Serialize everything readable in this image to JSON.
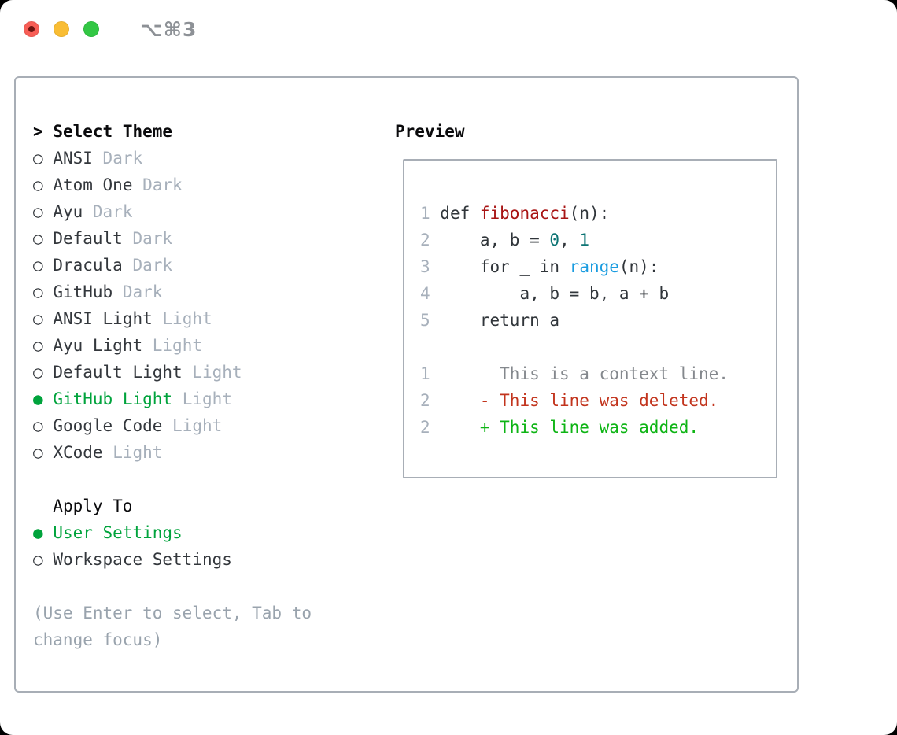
{
  "titlebar": {
    "title": "⌥⌘3",
    "buttons": [
      {
        "name": "close",
        "color": "#f85e56"
      },
      {
        "name": "minimize",
        "color": "#f9bd34"
      },
      {
        "name": "zoom",
        "color": "#32c744"
      }
    ]
  },
  "theme_picker": {
    "header": {
      "prefix": ">",
      "label": "Select Theme"
    },
    "radio_icons": {
      "unselected": "○",
      "selected": "●"
    },
    "themes": [
      {
        "name": "ANSI",
        "tag": "Dark",
        "selected": false
      },
      {
        "name": "Atom One",
        "tag": "Dark",
        "selected": false
      },
      {
        "name": "Ayu",
        "tag": "Dark",
        "selected": false
      },
      {
        "name": "Default",
        "tag": "Dark",
        "selected": false
      },
      {
        "name": "Dracula",
        "tag": "Dark",
        "selected": false
      },
      {
        "name": "GitHub",
        "tag": "Dark",
        "selected": false
      },
      {
        "name": "ANSI Light",
        "tag": "Light",
        "selected": false
      },
      {
        "name": "Ayu Light",
        "tag": "Light",
        "selected": false
      },
      {
        "name": "Default Light",
        "tag": "Light",
        "selected": false
      },
      {
        "name": "GitHub Light",
        "tag": "Light",
        "selected": true
      },
      {
        "name": "Google Code",
        "tag": "Light",
        "selected": false
      },
      {
        "name": "XCode",
        "tag": "Light",
        "selected": false
      }
    ],
    "apply_to": {
      "header": "Apply To",
      "options": [
        {
          "name": "User Settings",
          "selected": true
        },
        {
          "name": "Workspace Settings",
          "selected": false
        }
      ]
    },
    "hint_lines": [
      "(Use Enter to select, Tab to",
      "change focus)"
    ]
  },
  "preview": {
    "header": "Preview",
    "lines": [
      {
        "segments": [
          {
            "t": "1",
            "c": "lineno"
          },
          {
            "t": " def ",
            "c": "code"
          },
          {
            "t": "fibonacci",
            "c": "func"
          },
          {
            "t": "(n):",
            "c": "code"
          }
        ]
      },
      {
        "segments": [
          {
            "t": "2",
            "c": "lineno"
          },
          {
            "t": "     a, b = ",
            "c": "code"
          },
          {
            "t": "0",
            "c": "number"
          },
          {
            "t": ", ",
            "c": "code"
          },
          {
            "t": "1",
            "c": "number"
          }
        ]
      },
      {
        "segments": [
          {
            "t": "3",
            "c": "lineno"
          },
          {
            "t": "     for _ in ",
            "c": "code"
          },
          {
            "t": "range",
            "c": "builtin"
          },
          {
            "t": "(n):",
            "c": "code"
          }
        ]
      },
      {
        "segments": [
          {
            "t": "4",
            "c": "lineno"
          },
          {
            "t": "         a, b = b, a + b",
            "c": "code"
          }
        ]
      },
      {
        "segments": [
          {
            "t": "5",
            "c": "lineno"
          },
          {
            "t": "     return a",
            "c": "code"
          }
        ]
      },
      {
        "segments": []
      },
      {
        "segments": [
          {
            "t": "1",
            "c": "lineno"
          },
          {
            "t": "       This is a context line.",
            "c": "context"
          }
        ]
      },
      {
        "segments": [
          {
            "t": "2",
            "c": "lineno"
          },
          {
            "t": "     - This line was deleted.",
            "c": "deleted"
          }
        ]
      },
      {
        "segments": [
          {
            "t": "2",
            "c": "lineno"
          },
          {
            "t": "     + This line was added.",
            "c": "added"
          }
        ]
      }
    ]
  },
  "colors": {
    "page-bg": "#000000",
    "window-bg": "#ffffff",
    "panel-border": "#a8aeb6",
    "title": "#8d9196",
    "header-text": "#0a0a0c",
    "list-text": "#33373c",
    "tag": "#a7b0bb",
    "hint": "#99a3ad",
    "selected-green": "#00a33c",
    "lineno": "#a7b0bb",
    "code": "#30353a",
    "func": "#a81414",
    "number": "#0d7474",
    "builtin": "#1a9ce0",
    "context": "#84888d",
    "deleted": "#c2341d",
    "added": "#0db414",
    "close-red": "#f85e56",
    "close-dot": "#6d1410",
    "min-yellow": "#f9bd34",
    "zoom-green": "#32c744"
  }
}
